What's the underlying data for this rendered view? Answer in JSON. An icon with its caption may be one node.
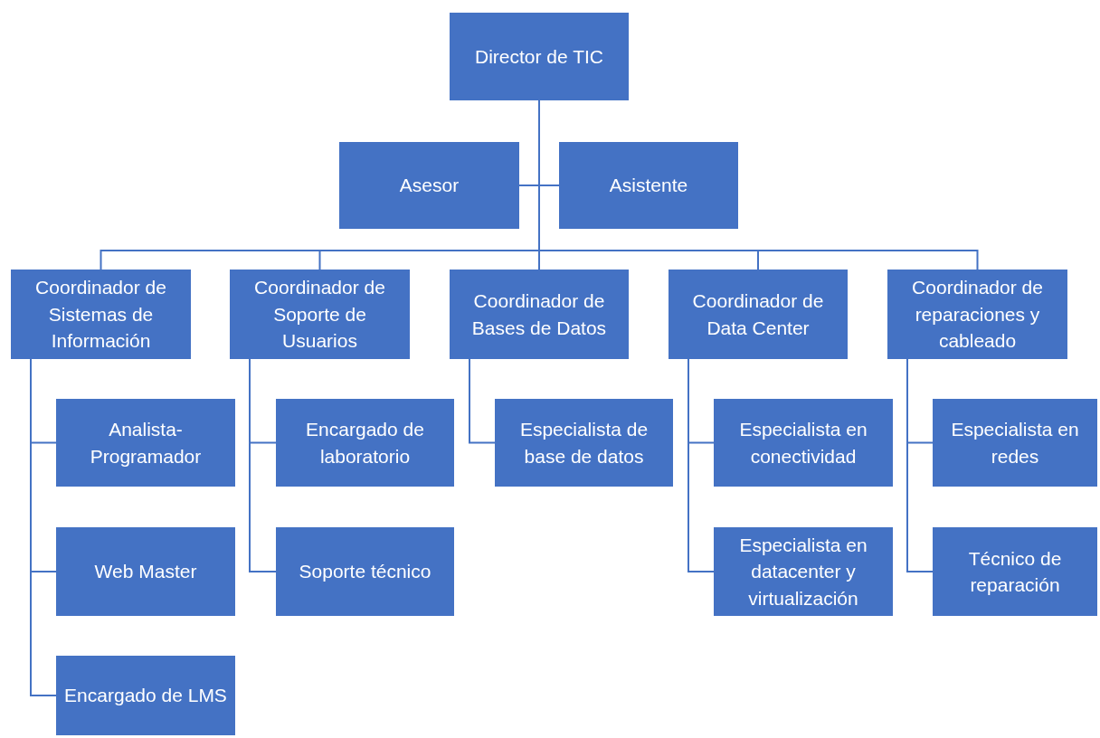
{
  "diagram": {
    "nodes": [
      {
        "text": [
          "Director de TIC"
        ]
      },
      {
        "text": [
          "Asesor"
        ]
      },
      {
        "text": [
          "Asistente"
        ]
      },
      {
        "text": [
          "Coordinador de Sistemas de Información"
        ]
      },
      {
        "text": [
          "Coordinador de Soporte de Usuarios"
        ]
      },
      {
        "text": [
          "Coordinador de Bases de Datos"
        ]
      },
      {
        "text": [
          "Coordinador de Data Center"
        ]
      },
      {
        "text": [
          "Coordinador de reparaciones y cableado"
        ]
      },
      {
        "text": [
          "Analista-Programador"
        ]
      },
      {
        "text": [
          "Web Master"
        ]
      },
      {
        "text": [
          "Encargado de LMS"
        ]
      },
      {
        "text": [
          "Encargado de laboratorio"
        ]
      },
      {
        "text": [
          "Soporte técnico"
        ]
      },
      {
        "text": [
          "Especialista de base de datos"
        ]
      },
      {
        "text": [
          "Especialista en conectividad"
        ]
      },
      {
        "text": [
          "Especialista en datacenter y virtualización"
        ]
      },
      {
        "text": [
          "Especialista en redes"
        ]
      },
      {
        "text": [
          "Técnico de reparación"
        ]
      }
    ],
    "edges": [
      {
        "from": 0,
        "to": 1,
        "arrow": "none"
      },
      {
        "from": 0,
        "to": 2,
        "arrow": "none"
      },
      {
        "from": 0,
        "to": 3,
        "arrow": "none"
      },
      {
        "from": 0,
        "to": 4,
        "arrow": "none"
      },
      {
        "from": 0,
        "to": 5,
        "arrow": "none"
      },
      {
        "from": 0,
        "to": 6,
        "arrow": "none"
      },
      {
        "from": 0,
        "to": 7,
        "arrow": "none"
      },
      {
        "from": 3,
        "to": 8,
        "arrow": "none"
      },
      {
        "from": 3,
        "to": 9,
        "arrow": "none"
      },
      {
        "from": 3,
        "to": 10,
        "arrow": "none"
      },
      {
        "from": 4,
        "to": 11,
        "arrow": "none"
      },
      {
        "from": 4,
        "to": 12,
        "arrow": "none"
      },
      {
        "from": 5,
        "to": 13,
        "arrow": "none"
      },
      {
        "from": 6,
        "to": 14,
        "arrow": "none"
      },
      {
        "from": 6,
        "to": 15,
        "arrow": "none"
      },
      {
        "from": 7,
        "to": 16,
        "arrow": "none"
      },
      {
        "from": 7,
        "to": 17,
        "arrow": "none"
      }
    ]
  }
}
